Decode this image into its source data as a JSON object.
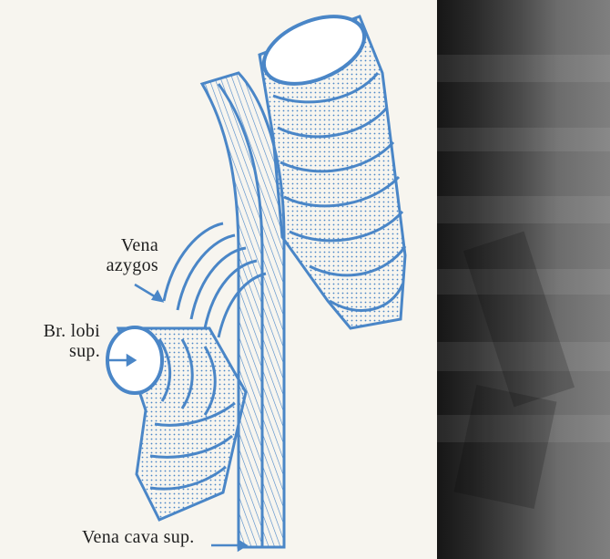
{
  "labels": {
    "vena_azygos_line1": "Vena",
    "vena_azygos_line2": "azygos",
    "br_lobi_line1": "Br. lobi",
    "br_lobi_line2": "sup.",
    "vena_cava": "Vena cava sup."
  },
  "colors": {
    "ink_blue": "#4a86c7",
    "paper": "#f7f5ef",
    "text": "#1f1f1f"
  }
}
